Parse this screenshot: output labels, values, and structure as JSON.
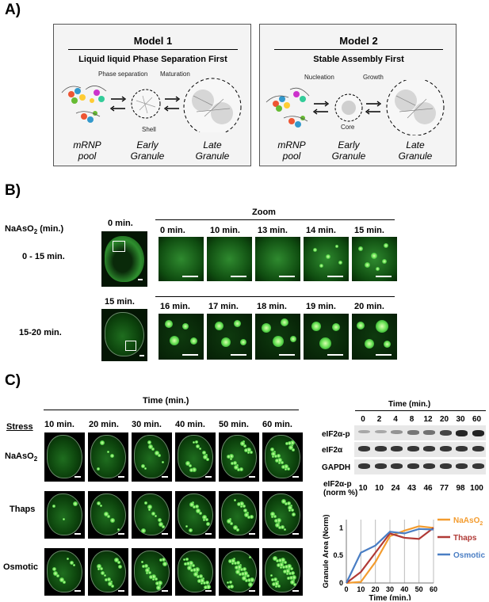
{
  "panelA": {
    "label": "A)",
    "model1": {
      "title": "Model 1",
      "subtitle": "Liquid liquid Phase Separation First",
      "step1": "Phase separation",
      "step2": "Maturation",
      "annot": "Shell",
      "stages": [
        "mRNP\npool",
        "Early\nGranule",
        "Late\nGranule"
      ]
    },
    "model2": {
      "title": "Model 2",
      "subtitle": "Stable Assembly First",
      "step1": "Nucleation",
      "step2": "Growth",
      "annot": "Core",
      "stages": [
        "mRNP\npool",
        "Early\nGranule",
        "Late\nGranule"
      ]
    }
  },
  "panelB": {
    "label": "B)",
    "treatment_prefix": "NaAsO",
    "treatment_sub": "2",
    "treatment_suffix": " (min.)",
    "zoom": "Zoom",
    "row1": {
      "overview_time": "0 min.",
      "range": "0 - 15 min.",
      "times": [
        "0 min.",
        "10 min.",
        "13 min.",
        "14 min.",
        "15 min."
      ]
    },
    "row2": {
      "overview_time": "15 min.",
      "range": "15-20 min.",
      "times": [
        "16 min.",
        "17 min.",
        "18 min.",
        "19 min.",
        "20 min."
      ]
    }
  },
  "panelC": {
    "label": "C)",
    "time_header": "Time (min.)",
    "stress_header": "Stress",
    "col_times": [
      "10 min.",
      "20 min.",
      "30 min.",
      "40 min.",
      "50 min.",
      "60 min."
    ],
    "rows": [
      {
        "prefix": "NaAsO",
        "sub": "2"
      },
      {
        "prefix": "Thaps",
        "sub": ""
      },
      {
        "prefix": "Osmotic",
        "sub": ""
      }
    ],
    "blot": {
      "time_header": "Time (min.)",
      "lanes": [
        "0",
        "2",
        "4",
        "8",
        "12",
        "20",
        "30",
        "60"
      ],
      "row_labels": [
        "eIF2α-p",
        "eIF2α",
        "GAPDH"
      ],
      "norm_label": "eIF2α-p",
      "norm_label_2": "(norm %)",
      "norm_values": [
        "10",
        "10",
        "24",
        "43",
        "46",
        "77",
        "98",
        "100"
      ]
    }
  },
  "chart_data": {
    "type": "line",
    "xlabel": "Time (min.)",
    "ylabel": "Granule Area (Norm)",
    "xlim": [
      0,
      60
    ],
    "ylim": [
      0,
      1.15
    ],
    "xticks": [
      "0",
      "10",
      "20",
      "30",
      "40",
      "50",
      "60"
    ],
    "yticks": [
      "0",
      "0.5",
      "1"
    ],
    "grid": "vertical",
    "legend_position": "right",
    "series": [
      {
        "name": "NaAsO",
        "name_sub": "2",
        "color": "#f39c2f",
        "x": [
          0,
          10,
          20,
          30,
          40,
          50,
          60
        ],
        "y": [
          0,
          0.02,
          0.38,
          0.85,
          0.95,
          1.03,
          1.0
        ]
      },
      {
        "name": "Thaps",
        "name_sub": "",
        "color": "#b03a36",
        "x": [
          0,
          10,
          20,
          30,
          40,
          50,
          60
        ],
        "y": [
          0,
          0.2,
          0.55,
          0.9,
          0.82,
          0.8,
          1.0
        ]
      },
      {
        "name": "Osmotic",
        "name_sub": "",
        "color": "#4a7ec4",
        "x": [
          0,
          10,
          20,
          30,
          40,
          50,
          60
        ],
        "y": [
          0,
          0.55,
          0.68,
          0.93,
          0.9,
          0.98,
          0.97
        ]
      }
    ]
  }
}
